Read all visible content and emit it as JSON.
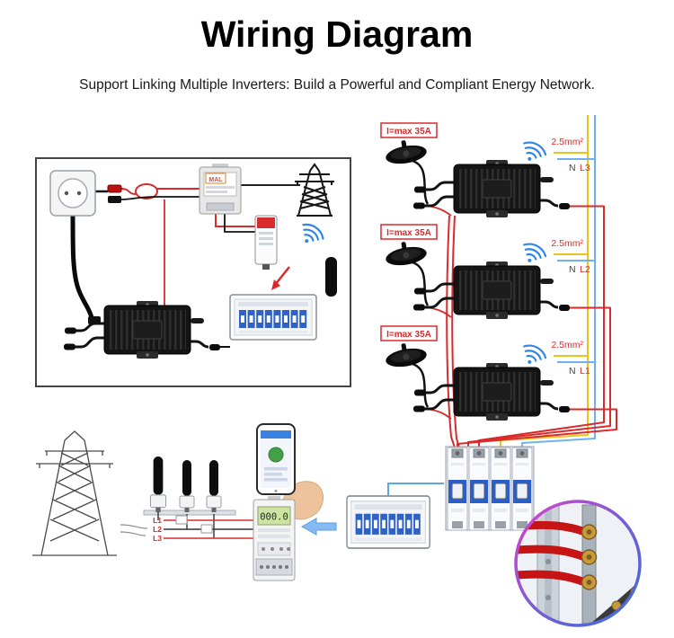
{
  "header": {
    "title": "Wiring Diagram",
    "subtitle": "Support Linking Multiple Inverters: Build a Powerful and Compliant Energy Network."
  },
  "left_diagram": {
    "meter_label": "MAL"
  },
  "right_diagram": {
    "groups": [
      {
        "current_limit": "I=max 35A",
        "wire_gauge": "2.5mm²",
        "neutral_label": "N",
        "line_label": "L3"
      },
      {
        "current_limit": "I=max 35A",
        "wire_gauge": "2.5mm²",
        "neutral_label": "N",
        "line_label": "L2"
      },
      {
        "current_limit": "I=max 35A",
        "wire_gauge": "2.5mm²",
        "neutral_label": "N",
        "line_label": "L1"
      }
    ]
  },
  "bottom_diagram": {
    "phase_labels": [
      "L1",
      "L2",
      "L3"
    ],
    "meter_display": "000.0"
  },
  "colors": {
    "wire_red": "#d92b2b",
    "wire_yellow": "#e8c51c",
    "wire_blue": "#6fb1f0",
    "wifi_blue": "#2f86e8",
    "breaker_blue": "#2a5fc9",
    "lcd_green": "#cde3a2",
    "arrow_blue": "#85bbf2"
  }
}
